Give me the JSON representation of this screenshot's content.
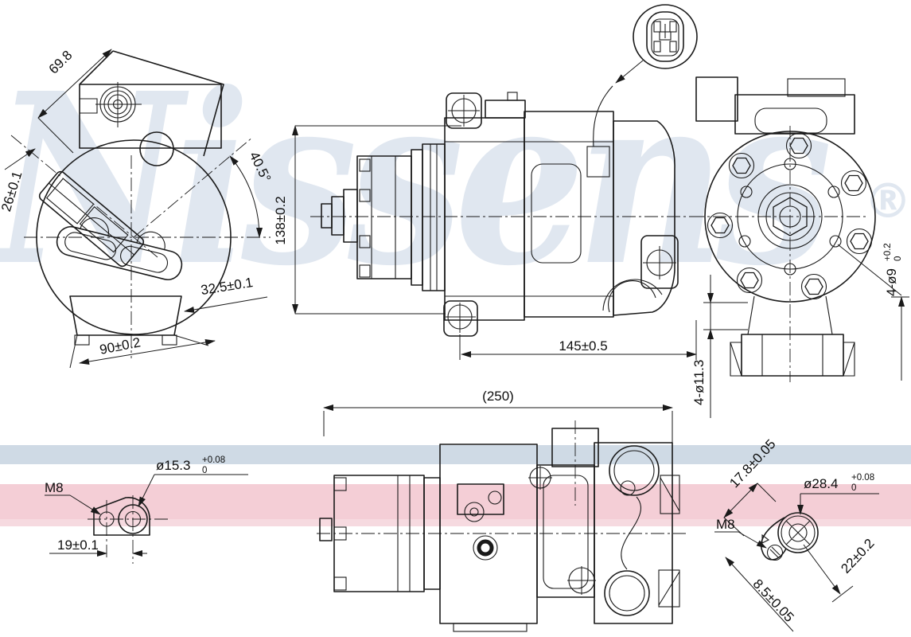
{
  "watermark": {
    "brand": "Nissens",
    "registered": "®"
  },
  "colors": {
    "band_blue": "#cfdae5",
    "band_pink": "#f4ced6",
    "band_pink_light": "#f6dae0",
    "watermark": "#e0e7f0",
    "line": "#1a1a1a"
  },
  "views": {
    "bracket_front": {
      "dims": {
        "diag_width": "69.8",
        "lug_width": "26±0.1",
        "angle": "40.5°",
        "offset": "32.5±0.1",
        "base_width": "90±0.2"
      }
    },
    "side_top": {
      "dims": {
        "height": "138±0.2",
        "length": "145±0.5"
      }
    },
    "rear": {
      "dims": {
        "bolt_holes": "4-ø9",
        "bolt_holes_tol_up": "+0.2",
        "bolt_holes_tol_lo": "0",
        "sleeve_holes": "4-ø11.3"
      }
    },
    "side_bottom": {
      "dims": {
        "overall_length": "(250)"
      }
    },
    "lug_detail": {
      "dims": {
        "thread": "M8",
        "bore": "ø15.3",
        "bore_tol_up": "+0.08",
        "bore_tol_lo": "0",
        "pitch": "19±0.1"
      }
    },
    "ear_detail": {
      "dims": {
        "height": "17.8±0.05",
        "boss": "ø28.4",
        "boss_tol_up": "+0.08",
        "boss_tol_lo": "0",
        "thread": "M8",
        "length": "22±0.2",
        "offset": "8.5±0.05"
      }
    }
  }
}
